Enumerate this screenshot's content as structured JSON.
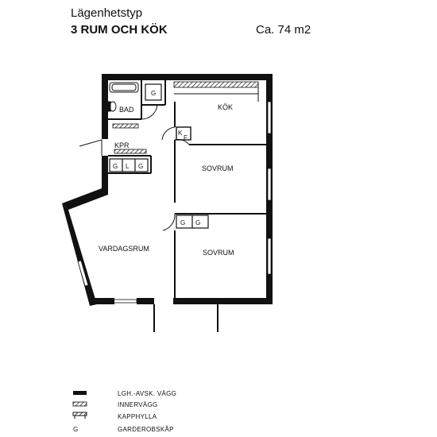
{
  "header": {
    "type_label": "Lägenhetstyp",
    "rooms": "3 RUM OCH KÖK",
    "area": "Ca. 74 m2"
  },
  "rooms": {
    "bath": "BAD",
    "kitchen": "KÖK",
    "hall": "KPR",
    "bedroom_1": "SOVRUM",
    "bedroom_2": "SOVRUM",
    "living": "VARDAGSRUM"
  },
  "fixtures": {
    "wardrobe_mark": "G",
    "linen_mark": "L",
    "kitchen_k": "K",
    "kitchen_f": "F"
  },
  "legend": [
    {
      "symbol": "",
      "text": "LGH.-AVSK. VÄGG"
    },
    {
      "symbol": "",
      "text": "INNERVÄGG"
    },
    {
      "symbol": "",
      "text": "KAPPHYLLA"
    },
    {
      "symbol": "G",
      "text": "GARDEROBSKÅP"
    }
  ],
  "colors": {
    "wall": "#111111",
    "background": "#ffffff"
  }
}
